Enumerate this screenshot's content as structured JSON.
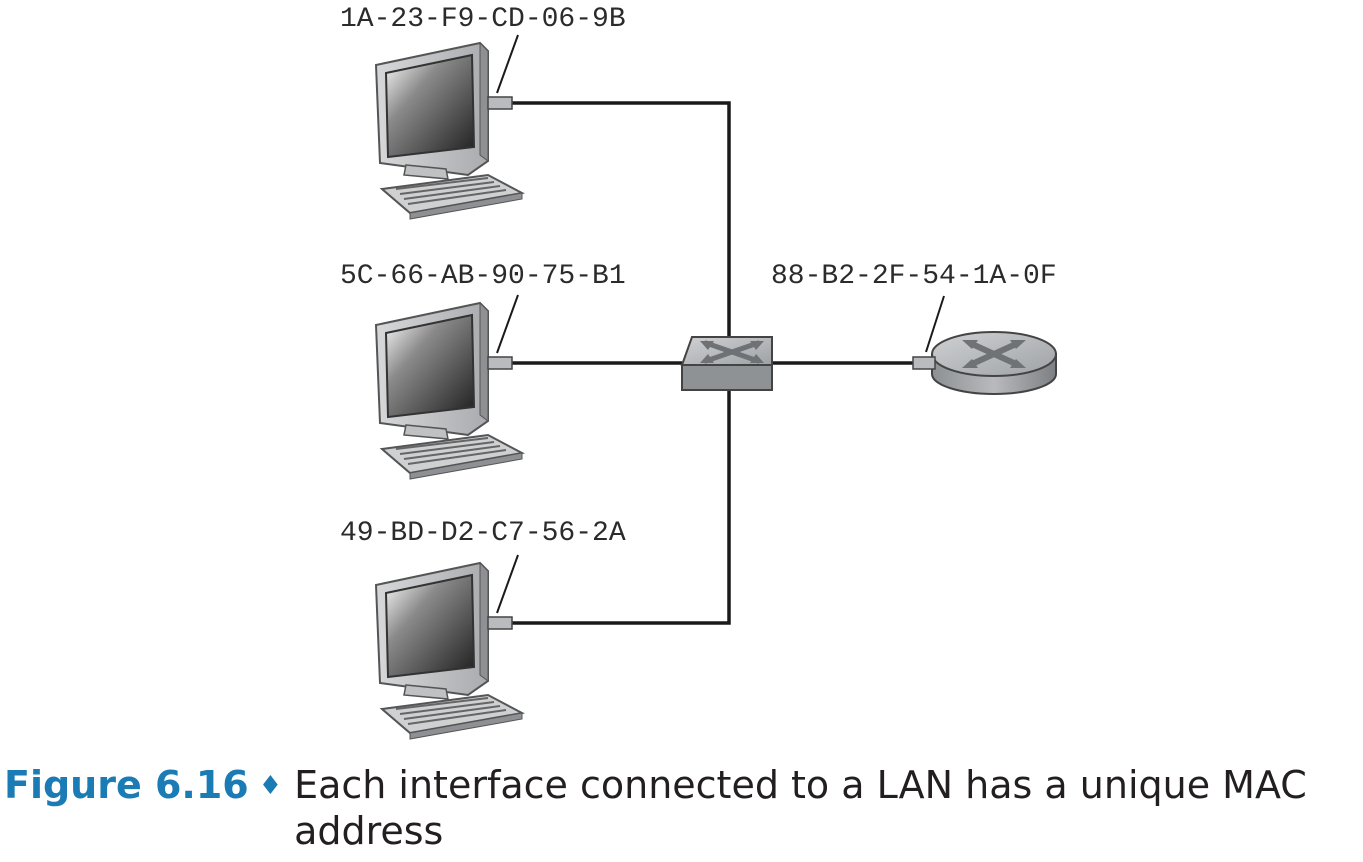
{
  "hosts": [
    {
      "mac": "1A-23-F9-CD-06-9B"
    },
    {
      "mac": "5C-66-AB-90-75-B1"
    },
    {
      "mac": "49-BD-D2-C7-56-2A"
    }
  ],
  "router": {
    "mac": "88-B2-2F-54-1A-0F"
  },
  "caption": {
    "label": "Figure 6.16",
    "separator": "♦",
    "text": "Each interface connected to a LAN has a unique MAC address"
  },
  "colors": {
    "accent": "#1a7bb5",
    "link": "#1a1a1a"
  }
}
